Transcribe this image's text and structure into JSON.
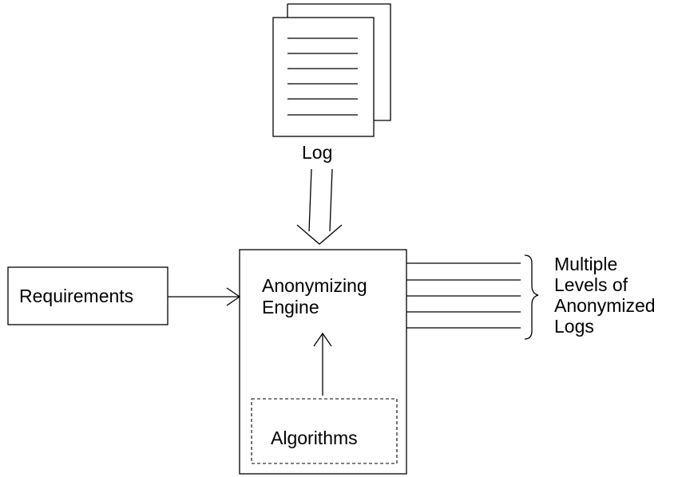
{
  "log": {
    "label": "Log"
  },
  "requirements": {
    "label": "Requirements"
  },
  "engine": {
    "line1": "Anonymizing",
    "line2": "Engine"
  },
  "algorithms": {
    "label": "Algorithms"
  },
  "output": {
    "lines": [
      "Multiple",
      "Levels of",
      "Anonymized",
      "Logs"
    ]
  }
}
